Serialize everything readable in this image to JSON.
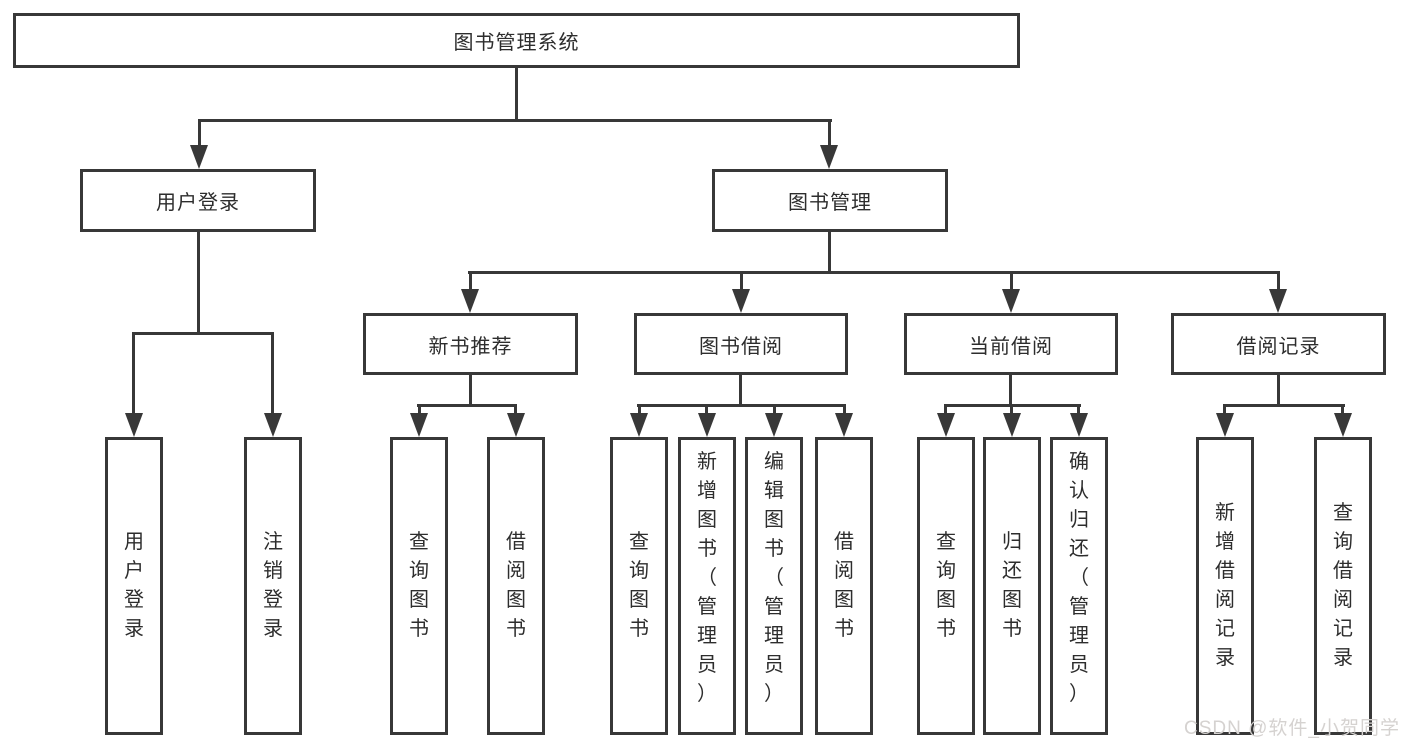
{
  "tree": {
    "label": "图书管理系统",
    "children": [
      {
        "label": "用户登录",
        "children": [
          {
            "label": "用户登录"
          },
          {
            "label": "注销登录"
          }
        ]
      },
      {
        "label": "图书管理",
        "children": [
          {
            "label": "新书推荐",
            "children": [
              {
                "label": "查询图书"
              },
              {
                "label": "借阅图书"
              }
            ]
          },
          {
            "label": "图书借阅",
            "children": [
              {
                "label": "查询图书"
              },
              {
                "label": "新增图书（管理员）"
              },
              {
                "label": "编辑图书（管理员）"
              },
              {
                "label": "借阅图书"
              }
            ]
          },
          {
            "label": "当前借阅",
            "children": [
              {
                "label": "查询图书"
              },
              {
                "label": "归还图书"
              },
              {
                "label": "确认归还（管理员）"
              }
            ]
          },
          {
            "label": "借阅记录",
            "children": [
              {
                "label": "新增借阅记录"
              },
              {
                "label": "查询借阅记录"
              }
            ]
          }
        ]
      }
    ]
  },
  "watermark": "CSDN @软件_小贺同学",
  "colors": {
    "line": "#383838",
    "text": "#2d2d2d",
    "watermark": "#d5d2d0",
    "background": "#ffffff"
  }
}
